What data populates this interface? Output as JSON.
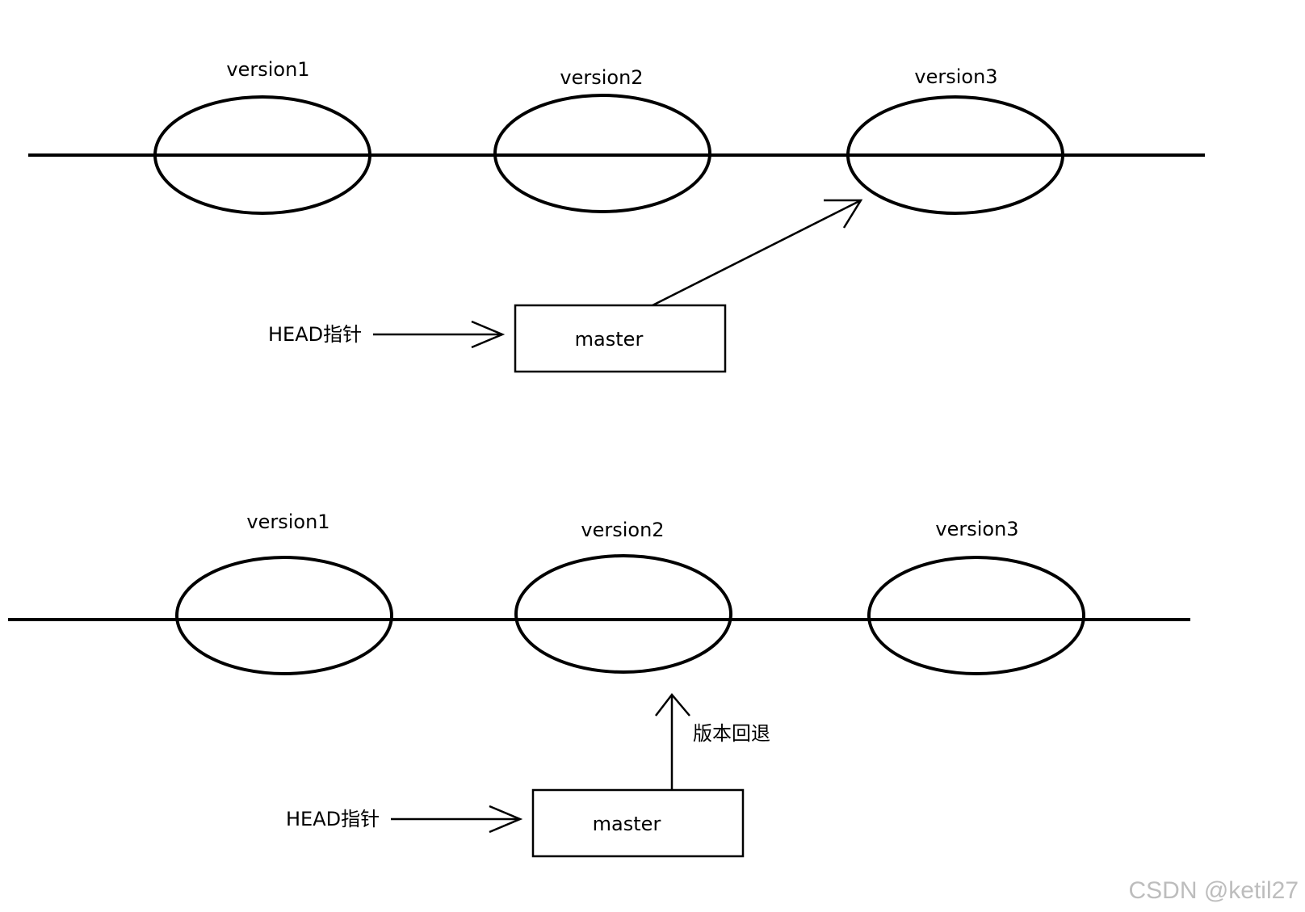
{
  "top": {
    "versions": [
      "version1",
      "version2",
      "version3"
    ],
    "branch_label": "master",
    "head_label": "HEAD指针"
  },
  "bottom": {
    "versions": [
      "version1",
      "version2",
      "version3"
    ],
    "branch_label": "master",
    "head_label": "HEAD指针",
    "rollback_label": "版本回退"
  },
  "watermark": "CSDN @ketil27"
}
